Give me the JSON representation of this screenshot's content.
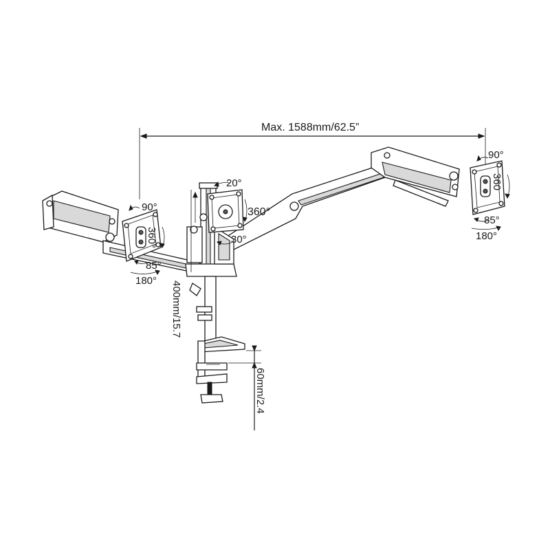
{
  "dimensions": {
    "overall_width": "Max. 1588mm/62.5”",
    "pole_height": "400mm/15.7",
    "clamp_range": "60mm/2.4"
  },
  "left_head": {
    "tilt_up": "90°",
    "rotate": "360°",
    "tilt_down": "85°",
    "swivel": "180°"
  },
  "center_head": {
    "tilt": "20°",
    "rotate": "360°",
    "swivel": "30°"
  },
  "right_head": {
    "tilt_up": "90°",
    "rotate": "360",
    "tilt_down": "85°",
    "swivel": "180°"
  },
  "colors": {
    "line": "#1a1a1a",
    "shade": "#d9d9d9",
    "background": "#ffffff"
  }
}
